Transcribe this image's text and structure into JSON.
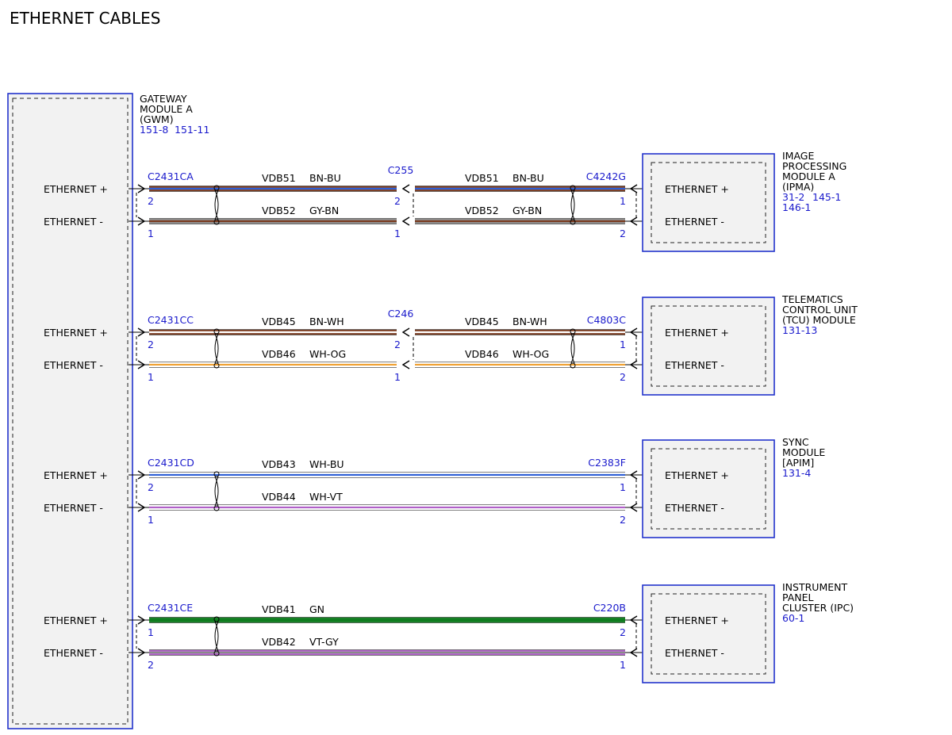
{
  "title": "ETHERNET CABLES",
  "colors": {
    "reference_blue": "#1a1acc",
    "module_border": "#2233cc",
    "module_fill": "#f2f2f2",
    "BN": "#7a3a1e",
    "BU": "#2e5fd6",
    "GY": "#8a8a8a",
    "WH": "#ffffff",
    "OG": "#f0a030",
    "VT": "#b060c8",
    "GN": "#0a7a1a"
  },
  "left_module": {
    "name_lines": [
      "GATEWAY",
      "MODULE A",
      "(GWM)"
    ],
    "refs": [
      "151-8",
      "151-11"
    ]
  },
  "pin_label_plus": "ETHERNET +",
  "pin_label_minus": "ETHERNET -",
  "circuits": [
    {
      "module": {
        "name_lines": [
          "IMAGE",
          "PROCESSING",
          "MODULE A",
          "(IPMA)"
        ],
        "refs": [
          "31-2",
          "145-1",
          "146-1"
        ]
      },
      "left_connector": "C2431CA",
      "inline_connector": "C255",
      "right_connector": "C4242G",
      "plus": {
        "circuit": "VDB51",
        "color": "BN-BU",
        "left_pin": "2",
        "inline_pin": "2",
        "right_pin": "1"
      },
      "minus": {
        "circuit": "VDB52",
        "color": "GY-BN",
        "left_pin": "1",
        "inline_pin": "1",
        "right_pin": "2"
      }
    },
    {
      "module": {
        "name_lines": [
          "TELEMATICS",
          "CONTROL UNIT",
          "(TCU) MODULE"
        ],
        "refs": [
          "131-13"
        ]
      },
      "left_connector": "C2431CC",
      "inline_connector": "C246",
      "right_connector": "C4803C",
      "plus": {
        "circuit": "VDB45",
        "color": "BN-WH",
        "left_pin": "2",
        "inline_pin": "2",
        "right_pin": "1"
      },
      "minus": {
        "circuit": "VDB46",
        "color": "WH-OG",
        "left_pin": "1",
        "inline_pin": "1",
        "right_pin": "2"
      }
    },
    {
      "module": {
        "name_lines": [
          "SYNC",
          "MODULE",
          "[APIM]"
        ],
        "refs": [
          "131-4"
        ]
      },
      "left_connector": "C2431CD",
      "inline_connector": null,
      "right_connector": "C2383F",
      "plus": {
        "circuit": "VDB43",
        "color": "WH-BU",
        "left_pin": "2",
        "right_pin": "1"
      },
      "minus": {
        "circuit": "VDB44",
        "color": "WH-VT",
        "left_pin": "1",
        "right_pin": "2"
      }
    },
    {
      "module": {
        "name_lines": [
          "INSTRUMENT",
          "PANEL",
          "CLUSTER (IPC)"
        ],
        "refs": [
          "60-1"
        ]
      },
      "left_connector": "C2431CE",
      "inline_connector": null,
      "right_connector": "C220B",
      "plus": {
        "circuit": "VDB41",
        "color": "GN",
        "left_pin": "1",
        "right_pin": "2"
      },
      "minus": {
        "circuit": "VDB42",
        "color": "VT-GY",
        "left_pin": "2",
        "right_pin": "1"
      }
    }
  ]
}
